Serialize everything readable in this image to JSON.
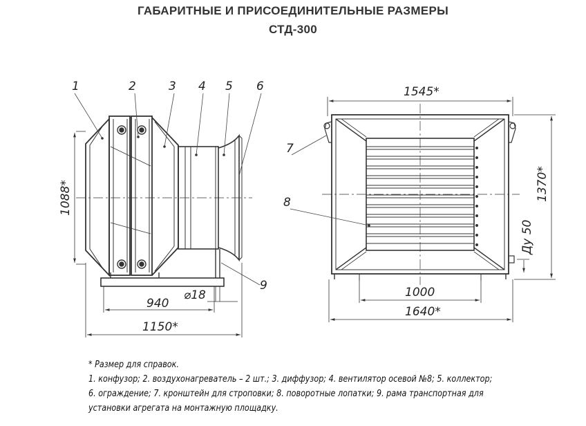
{
  "title_line1": "ГАБАРИТНЫЕ И ПРИСОЕДИНИТЕЛЬНЫЕ РАЗМЕРЫ",
  "title_line2": "СТД-300",
  "callouts": [
    "1",
    "2",
    "3",
    "4",
    "5",
    "6",
    "7",
    "8",
    "9"
  ],
  "dimensions": {
    "height_left": "1088*",
    "len_940": "940",
    "hole_d18": "⌀18",
    "len_1150": "1150*",
    "width_1545": "1545*",
    "height_1370": "1370*",
    "du50": "Ду 50",
    "width_1000": "1000",
    "width_1640": "1640*"
  },
  "notes": [
    "* Размер для справок.",
    "1. конфузор; 2. воздухонагреватель – 2 шт.; 3. диффузор; 4. вентилятор осевой №8; 5. коллектор;",
    "6. ограждение; 7. кронштейн для строповки; 8. поворотные лопатки; 9. рама транспортная для",
    "установки агрегата на монтажную площадку."
  ]
}
